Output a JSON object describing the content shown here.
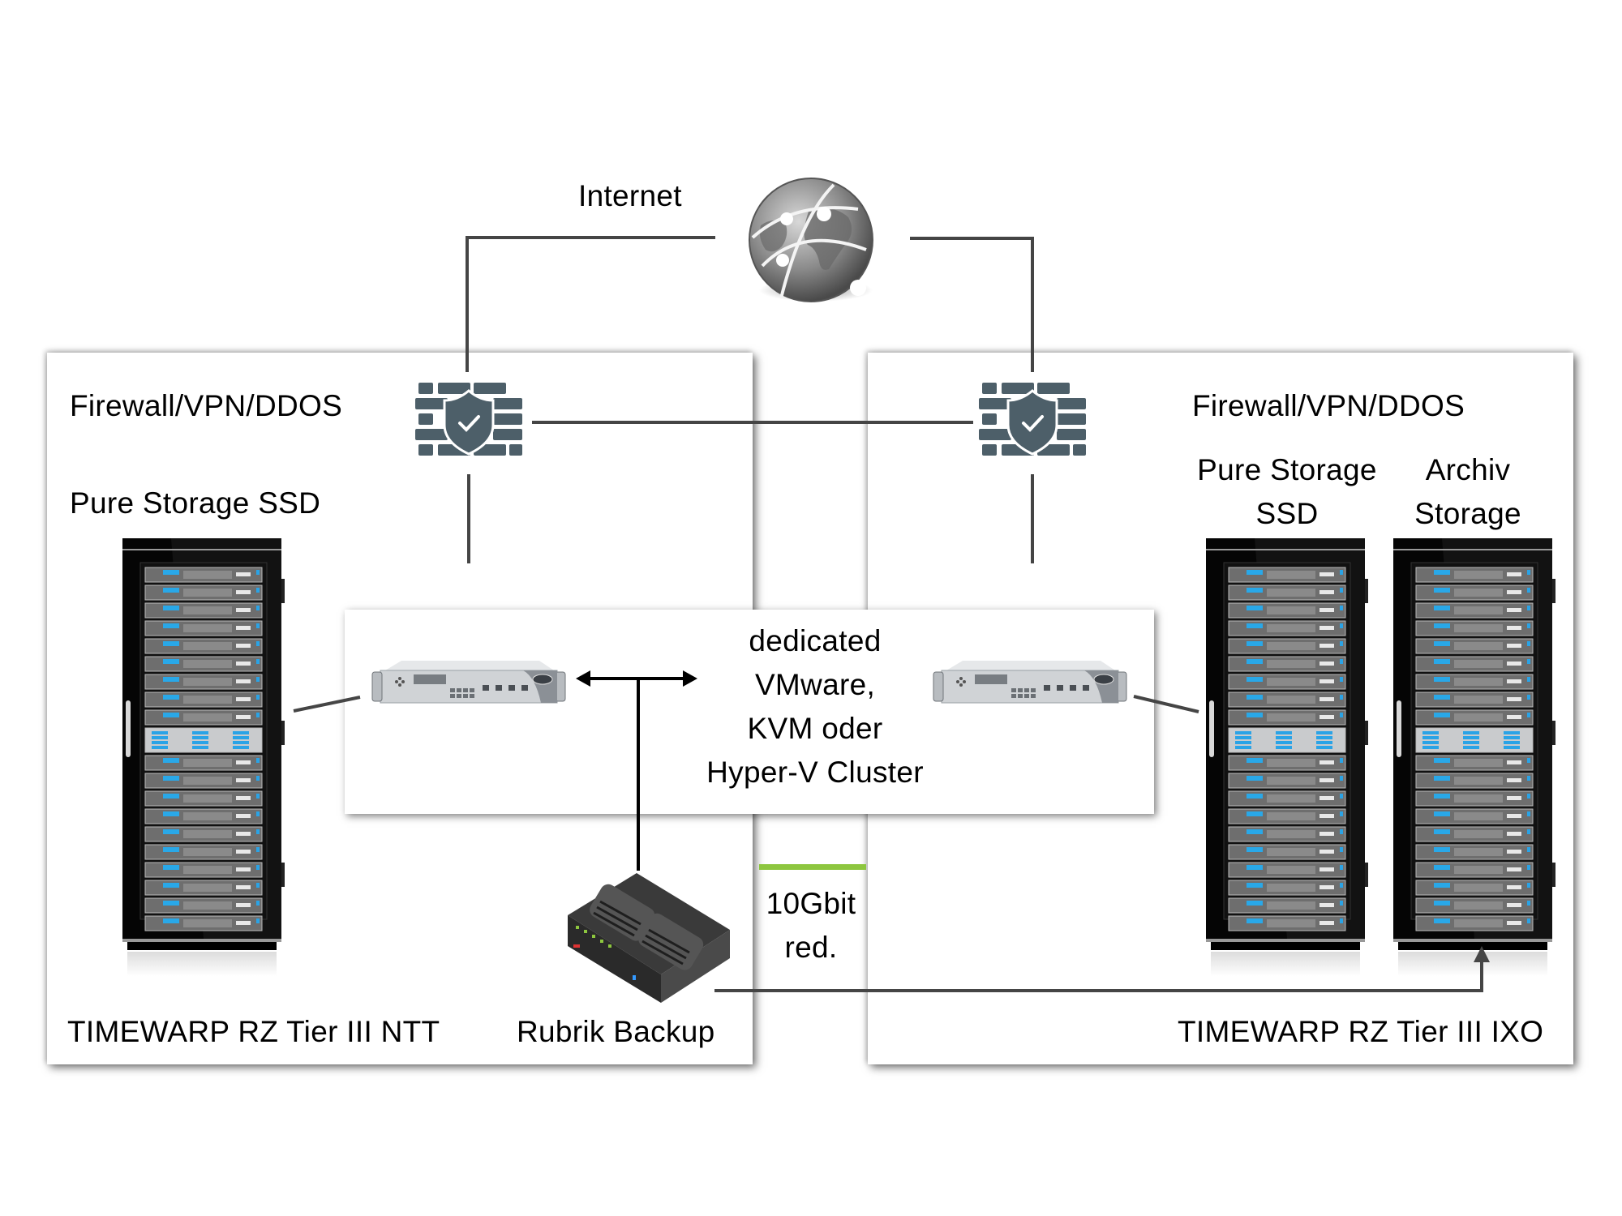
{
  "diagram": {
    "internet": {
      "label": "Internet",
      "icon": "globe-icon"
    },
    "left_site": {
      "name": "TIMEWARP RZ Tier III NTT",
      "firewall_label": "Firewall/VPN/DDOS",
      "storage_label": "Pure Storage SSD",
      "backup_label": "Rubrik Backup"
    },
    "right_site": {
      "name": "TIMEWARP RZ Tier III IXO",
      "firewall_label": "Firewall/VPN/DDOS",
      "storage_label_line1": "Pure Storage",
      "storage_label_line2": "SSD",
      "archive_label_line1": "Archiv",
      "archive_label_line2": "Storage"
    },
    "cluster": {
      "line1": "dedicated",
      "line2": "VMware,",
      "line3": "KVM oder",
      "line4": "Hyper-V Cluster"
    },
    "link": {
      "line1": "10Gbit",
      "line2": "red.",
      "color": "#8dc63f"
    },
    "colors": {
      "firewall": "#4d5f69",
      "connector": "#454545"
    }
  }
}
